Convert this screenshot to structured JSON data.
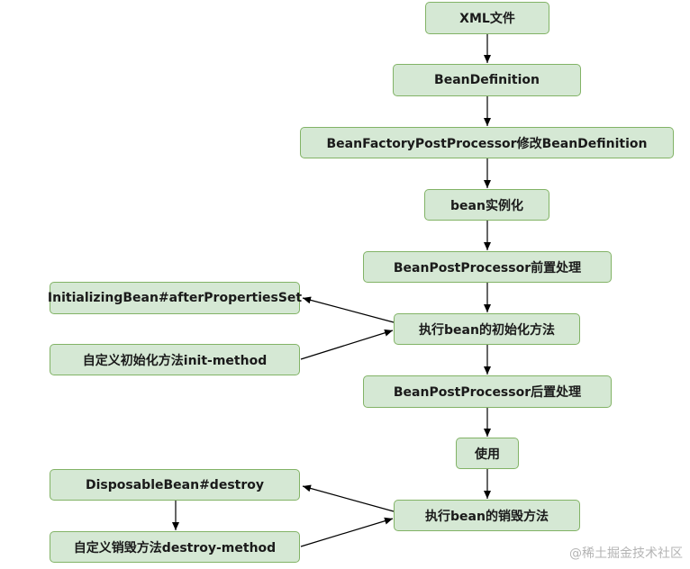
{
  "nodes": {
    "xml": "XML文件",
    "bean_definition": "BeanDefinition",
    "factory_post_processor": "BeanFactoryPostProcessor修改BeanDefinition",
    "instantiate": "bean实例化",
    "post_processor_before": "BeanPostProcessor前置处理",
    "run_init": "执行bean的初始化方法",
    "initializing_bean": "InitializingBean#afterPropertiesSet",
    "init_method": "自定义初始化方法init-method",
    "post_processor_after": "BeanPostProcessor后置处理",
    "use": "使用",
    "run_destroy": "执行bean的销毁方法",
    "disposable_bean": "DisposableBean#destroy",
    "destroy_method": "自定义销毁方法destroy-method"
  },
  "watermark": "@稀土掘金技术社区",
  "colors": {
    "node_fill": "#d5e8d4",
    "node_border": "#82b366",
    "edge": "#000000"
  }
}
